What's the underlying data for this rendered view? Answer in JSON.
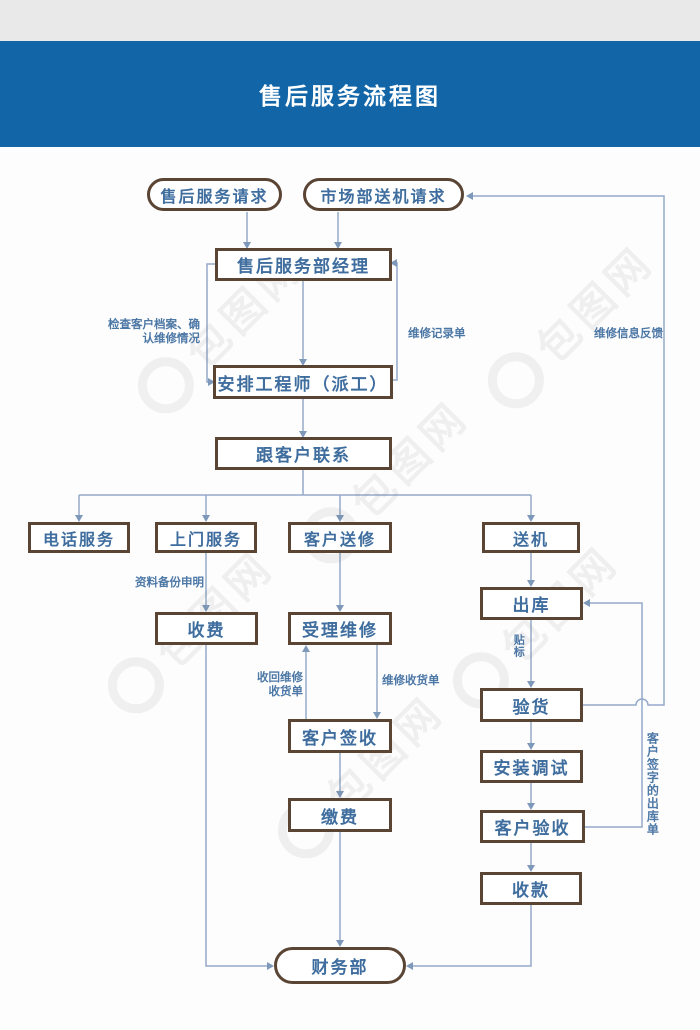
{
  "header": {
    "title": "售后服务流程图"
  },
  "colors": {
    "banner": "#1266a8",
    "top_strip": "#e9e9ea",
    "node_border": "#5a4434",
    "node_text": "#3e6d9e",
    "connector": "#93aac8",
    "arrowhead": "#7e98ba",
    "label_text": "#4d78a6"
  },
  "nodes": {
    "start_service": {
      "label": "售后服务请求",
      "shape": "stadium"
    },
    "start_market": {
      "label": "市场部送机请求",
      "shape": "stadium"
    },
    "manager": {
      "label": "售后服务部经理",
      "shape": "rect"
    },
    "assign": {
      "label": "安排工程师（派工）",
      "shape": "rect"
    },
    "contact": {
      "label": "跟客户联系",
      "shape": "rect"
    },
    "phone": {
      "label": "电话服务",
      "shape": "rect"
    },
    "onsite": {
      "label": "上门服务",
      "shape": "rect"
    },
    "sendrepair": {
      "label": "客户送修",
      "shape": "rect"
    },
    "deliver": {
      "label": "送机",
      "shape": "rect"
    },
    "charge": {
      "label": "收费",
      "shape": "rect"
    },
    "accept_repair": {
      "label": "受理维修",
      "shape": "rect"
    },
    "outbound": {
      "label": "出库",
      "shape": "rect"
    },
    "sign": {
      "label": "客户签收",
      "shape": "rect"
    },
    "inspect": {
      "label": "验货",
      "shape": "rect"
    },
    "pay": {
      "label": "缴费",
      "shape": "rect"
    },
    "install": {
      "label": "安装调试",
      "shape": "rect"
    },
    "customer_accept": {
      "label": "客户验收",
      "shape": "rect"
    },
    "collect": {
      "label": "收款",
      "shape": "rect"
    },
    "finance": {
      "label": "财务部",
      "shape": "stadium"
    }
  },
  "labels": {
    "check_archive": [
      "检查客户档案、确",
      "认维修情况"
    ],
    "repair_record": "维修记录单",
    "feedback": "维修信息反馈",
    "backup_statement": "资料备份申明",
    "return_receipt": [
      "收回维修",
      "收货单"
    ],
    "repair_receipt": "维修收货单",
    "sticker": "贴标",
    "signed_outbound": "客户签字的出库单"
  },
  "watermark": {
    "text": "包图网"
  }
}
